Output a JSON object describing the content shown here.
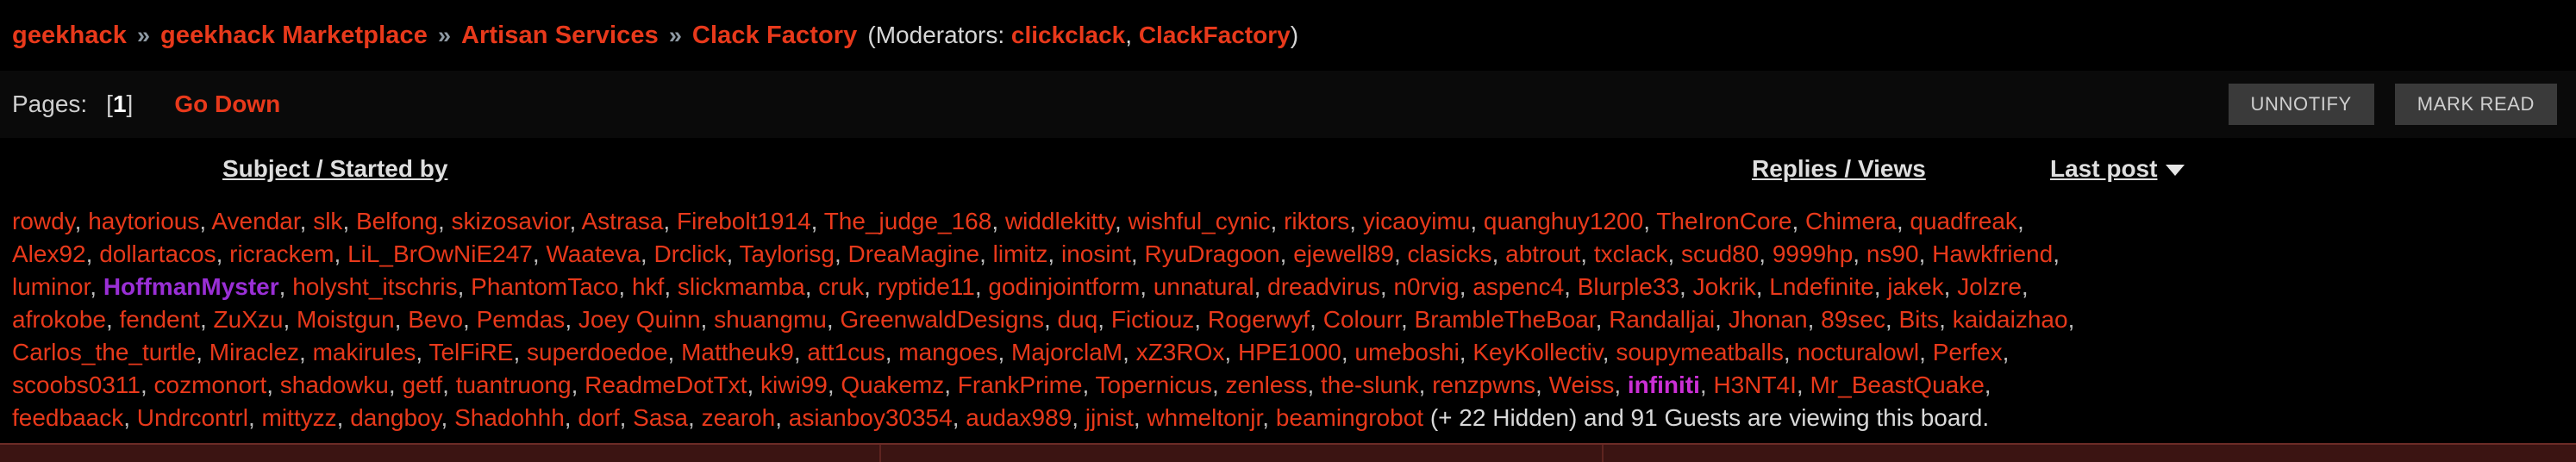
{
  "breadcrumb": {
    "items": [
      {
        "label": "geekhack"
      },
      {
        "label": "geekhack Marketplace"
      },
      {
        "label": "Artisan Services"
      },
      {
        "label": "Clack Factory"
      }
    ],
    "separator": "»",
    "moderators_prefix": "(Moderators:",
    "moderators": [
      "clickclack",
      "ClackFactory"
    ],
    "moderators_suffix": ")",
    "link_color": "#e8391b"
  },
  "pages_bar": {
    "pages_label": "Pages:",
    "page_open": "[",
    "page_current": "1",
    "page_close": "]",
    "go_down_label": "Go Down",
    "unnotify_label": "UNNOTIFY",
    "mark_read_label": "MARK READ"
  },
  "columns": {
    "subject": "Subject / Started by",
    "replies": "Replies / Views",
    "last_post": "Last post",
    "sort_icon": "caret-down-icon"
  },
  "users_viewing": {
    "lines": [
      [
        "rowdy",
        "haytorious",
        "Avendar",
        "slk",
        "Belfong",
        "skizosavior",
        "Astrasa",
        "Firebolt1914",
        "The_judge_168",
        "widdlekitty",
        "wishful_cynic",
        "riktors",
        "yicaoyimu",
        "quanghuy1200",
        "TheIronCore",
        "Chimera",
        "quadfreak"
      ],
      [
        "Alex92",
        "dollartacos",
        "ricrackem",
        "LiL_BrOwNiE247",
        "Waateva",
        "Drclick",
        "Taylorisg",
        "DreaMagine",
        "limitz",
        "inosint",
        "RyuDragoon",
        "ejewell89",
        "clasicks",
        "abtrout",
        "txclack",
        "scud80",
        "9999hp",
        "ns90",
        "Hawkfriend"
      ],
      [
        "luminor",
        "HoffmanMyster",
        "holysht_itschris",
        "PhantomTaco",
        "hkf",
        "slickmamba",
        "cruk",
        "ryptide11",
        "godinjointform",
        "unnatural",
        "dreadvirus",
        "n0rvig",
        "aspenc4",
        "Blurple33",
        "Jokrik",
        "Lndefinite",
        "jakek",
        "Jolzre"
      ],
      [
        "afrokobe",
        "fendent",
        "ZuXzu",
        "Moistgun",
        "Bevo",
        "Pemdas",
        "Joey Quinn",
        "shuangmu",
        "GreenwaldDesigns",
        "duq",
        "Fictiouz",
        "Rogerwyf",
        "Colourr",
        "BrambleTheBoar",
        "Randalljai",
        "Jhonan",
        "89sec",
        "Bits",
        "kaidaizhao"
      ],
      [
        "Carlos_the_turtle",
        "Miraclez",
        "makirules",
        "TelFiRE",
        "superdoedoe",
        "Mattheuk9",
        "att1cus",
        "mangoes",
        "MajorclaM",
        "xZ3ROx",
        "HPE1000",
        "umeboshi",
        "KeyKollectiv",
        "soupymeatballs",
        "nocturalowl",
        "Perfex"
      ],
      [
        "scoobs0311",
        "cozmonort",
        "shadowku",
        "getf",
        "tuantruong",
        "ReadmeDotTxt",
        "kiwi99",
        "Quakemz",
        "FrankPrime",
        "Topernicus",
        "zenless",
        "the-slunk",
        "renzpwns",
        "Weiss",
        "infiniti",
        "H3NT4I",
        "Mr_BeastQuake"
      ],
      [
        "feedbaack",
        "Undrcontrl",
        "mittyzz",
        "dangboy",
        "Shadohhh",
        "dorf",
        "Sasa",
        "zearoh",
        "asianboy30354",
        "audax989",
        "jjnist",
        "whmeltonjr",
        "beamingrobot"
      ]
    ],
    "highlighted": {
      "HoffmanMyster": "#9a2fd6",
      "infiniti": "#cc2fd6"
    },
    "separator": ", ",
    "tail": "(+ 22 Hidden) and 91 Guests are viewing this board.",
    "hidden_count": "22",
    "guests_count": "91",
    "user_color": "#e8391b"
  }
}
